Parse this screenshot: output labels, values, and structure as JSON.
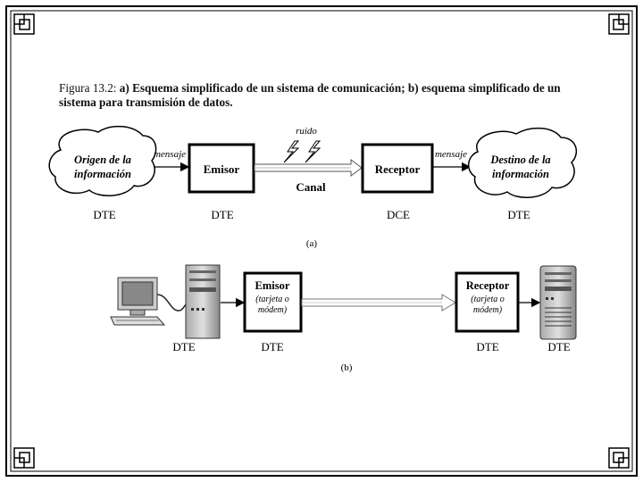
{
  "figure": {
    "caption_prefix": "Figura 13.2:",
    "caption_a_marker": "a)",
    "caption_a_text": "Esquema simplificado de un sistema de comunicación;",
    "caption_b_marker": "b)",
    "caption_b_text": "esquema simplificado de un sistema para transmisión de datos."
  },
  "diagram_a": {
    "source_cloud": [
      "Origen de la",
      "información"
    ],
    "dest_cloud": [
      "Destino de la",
      "información"
    ],
    "left_message": "mensaje",
    "right_message": "mensaje",
    "emitter": "Emisor",
    "receiver": "Receptor",
    "noise": "ruido",
    "channel": "Canal",
    "bottom_labels": [
      "DTE",
      "DTE",
      "DCE",
      "DTE"
    ],
    "panel_label": "(a)"
  },
  "diagram_b": {
    "emitter_title": "Emisor",
    "emitter_sub": [
      "(tarjeta o",
      "módem)"
    ],
    "receiver_title": "Receptor",
    "receiver_sub": [
      "(tarjeta o",
      "módem)"
    ],
    "bottom_labels": [
      "DTE",
      "DTE",
      "DTE",
      "DTE"
    ],
    "panel_label": "(b)"
  }
}
